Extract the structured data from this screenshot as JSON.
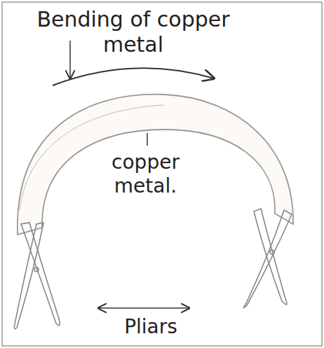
{
  "diagram": {
    "labels": [
      "Bending of copper metal",
      "copper metal.",
      "Pliars"
    ]
  }
}
